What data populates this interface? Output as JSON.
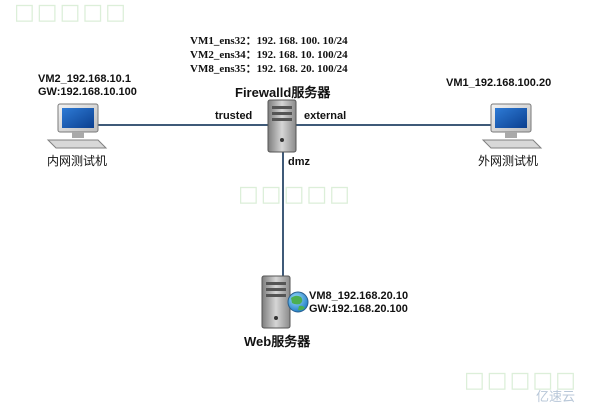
{
  "firewall": {
    "title": "Firewalld服务器",
    "interfaces": [
      "VM1_ens32：192. 168. 100. 10/24",
      "VM2_ens34：192. 168. 10. 100/24",
      "VM8_ens35：192. 168. 20. 100/24"
    ],
    "zone_trusted": "trusted",
    "zone_external": "external",
    "zone_dmz": "dmz"
  },
  "internal_host": {
    "label_line1": "VM2_192.168.10.1",
    "label_line2": "GW:192.168.10.100",
    "name": "内网测试机"
  },
  "external_host": {
    "label_line1": "VM1_192.168.100.20",
    "name": "外网测试机"
  },
  "web_server": {
    "label_line1": "VM8_192.168.20.10",
    "label_line2": "GW:192.168.20.100",
    "name": "Web服务器"
  },
  "watermark": {
    "text": "亿速云"
  },
  "colors": {
    "link": "#3f5a78",
    "watermark": "#dcefd9"
  }
}
